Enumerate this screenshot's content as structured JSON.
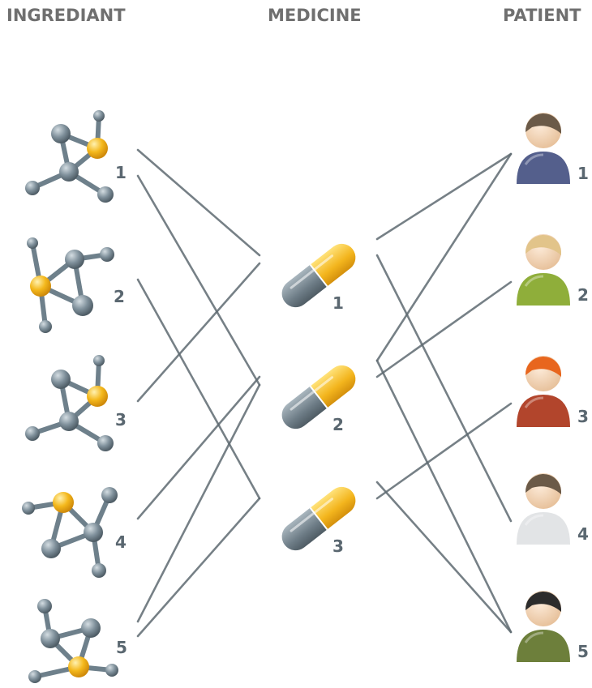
{
  "headers": {
    "ingredient": "INGREDIANT",
    "medicine": "MEDICINE",
    "patient": "PATIENT"
  },
  "ingredients": [
    {
      "label": "1"
    },
    {
      "label": "2"
    },
    {
      "label": "3"
    },
    {
      "label": "4"
    },
    {
      "label": "5"
    }
  ],
  "medicines": [
    {
      "label": "1"
    },
    {
      "label": "2"
    },
    {
      "label": "3"
    }
  ],
  "patients": [
    {
      "label": "1",
      "hair": "#6b5a48",
      "shirt": "#545f8c"
    },
    {
      "label": "2",
      "hair": "#e2c48a",
      "shirt": "#8fae3a"
    },
    {
      "label": "3",
      "hair": "#e8661e",
      "shirt": "#b2452c"
    },
    {
      "label": "4",
      "hair": "#6b5a48",
      "shirt": "#e2e4e6"
    },
    {
      "label": "5",
      "hair": "#2c2c2c",
      "shirt": "#6d7f3b"
    }
  ],
  "links": {
    "ingredient_to_medicine": [
      [
        1,
        1
      ],
      [
        1,
        2
      ],
      [
        2,
        3
      ],
      [
        3,
        1
      ],
      [
        4,
        2
      ],
      [
        5,
        2
      ],
      [
        5,
        3
      ]
    ],
    "medicine_to_patient": [
      [
        1,
        1
      ],
      [
        1,
        4
      ],
      [
        2,
        1
      ],
      [
        2,
        2
      ],
      [
        2,
        5
      ],
      [
        3,
        3
      ],
      [
        3,
        5
      ]
    ]
  },
  "colors": {
    "line": "#5f6b72",
    "atom_grey": "#7c8d98",
    "atom_yellow": "#f2b51c",
    "pill_yellow": "#f3b51d",
    "pill_grey": "#6d7c86",
    "skin": "#f3d6b8",
    "label": "#5a6770",
    "header": "#6f6f6f"
  }
}
